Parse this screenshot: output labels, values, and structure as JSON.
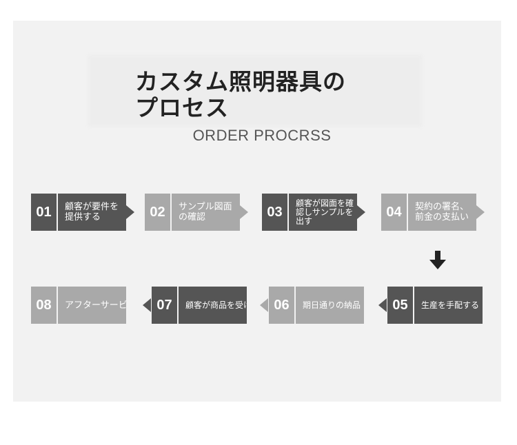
{
  "header": {
    "title": "カスタム照明器具のプロセス",
    "subtitle": "ORDER PROCRSS"
  },
  "steps": [
    {
      "num": "01",
      "label": "顧客が要件を提供する"
    },
    {
      "num": "02",
      "label": "サンプル図面の確認"
    },
    {
      "num": "03",
      "label": "顧客が図面を確認しサンプルを出す"
    },
    {
      "num": "04",
      "label": "契約の署名、前金の支払い"
    },
    {
      "num": "05",
      "label": "生産を手配する"
    },
    {
      "num": "06",
      "label": "期日通りの納品"
    },
    {
      "num": "07",
      "label": "顧客が商品を受け取る"
    },
    {
      "num": "08",
      "label": "アフターサービス"
    }
  ],
  "colors": {
    "dark": "#555555",
    "light": "#a9a9a9",
    "panel": "#f2f2f2"
  }
}
